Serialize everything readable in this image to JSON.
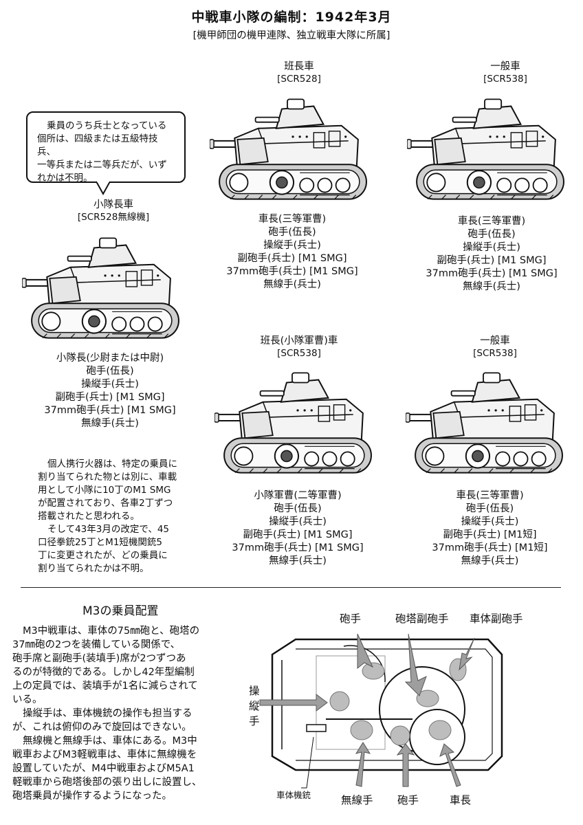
{
  "header": {
    "title": "中戦車小隊の編制：1942年3月",
    "subtitle": "[機甲師団の機甲連隊、独立戦車大隊に所属]"
  },
  "bubble": {
    "text": "乗員のうち兵士となっている個所は、四級または五級特技兵、一等兵または二等兵だが、いずれかは不明。",
    "lines": [
      "乗員のうち兵士となっている",
      "個所は、四級または五級特技兵、",
      "一等兵または二等兵だが、いず",
      "れかは不明。"
    ]
  },
  "tanks": [
    {
      "name": "小隊長車",
      "radio": "[SCR528無線機]",
      "crew": [
        "小隊長(少尉または中尉)",
        "砲手(伍長)",
        "操縦手(兵士)",
        "副砲手(兵士) [M1 SMG]",
        "37mm砲手(兵士) [M1 SMG]",
        "無線手(兵士)"
      ]
    },
    {
      "name": "班長車",
      "radio": "[SCR528]",
      "crew": [
        "車長(三等軍曹)",
        "砲手(伍長)",
        "操縦手(兵士)",
        "副砲手(兵士) [M1 SMG]",
        "37mm砲手(兵士) [M1 SMG]",
        "無線手(兵士)"
      ]
    },
    {
      "name": "一般車",
      "radio": "[SCR538]",
      "crew": [
        "車長(三等軍曹)",
        "砲手(伍長)",
        "操縦手(兵士)",
        "副砲手(兵士) [M1 SMG]",
        "37mm砲手(兵士) [M1 SMG]",
        "無線手(兵士)"
      ]
    },
    {
      "name": "班長(小隊軍曹)車",
      "radio": "[SCR538]",
      "crew": [
        "小隊軍曹(二等軍曹)",
        "砲手(伍長)",
        "操縦手(兵士)",
        "副砲手(兵士) [M1 SMG]",
        "37mm砲手(兵士) [M1 SMG]",
        "無線手(兵士)"
      ]
    },
    {
      "name": "一般車",
      "radio": "[SCR538]",
      "crew": [
        "車長(三等軍曹)",
        "砲手(伍長)",
        "操縦手(兵士)",
        "副砲手(兵士) [M1短]",
        "37mm砲手(兵士) [M1短]",
        "無線手(兵士)"
      ]
    }
  ],
  "note": {
    "p1": [
      "個人携行火器は、特定の乗員に",
      "割り当てられた物とは別に、車載",
      "用として小隊に10丁のM1 SMG",
      "が配置されており、各車2丁ずつ",
      "搭載されたと思われる。"
    ],
    "p2": [
      "そして43年3月の改定で、45",
      "口径拳銃25丁とM1短機関銃5",
      "丁に変更されたが、どの乗員に",
      "割り当てられたかは不明。"
    ]
  },
  "crew_section": {
    "title": "M3の乗員配置",
    "p1": [
      "M3中戦車は、車体の75㎜砲と、砲塔の",
      "37㎜砲の2つを装備している関係で、",
      "砲手席と副砲手(装填手)席が2つずつあ",
      "るのが特徴的である。しかし42年型編制",
      "上の定員では、装填手が1名に減らされて",
      "いる。"
    ],
    "p2": [
      "操縦手は、車体機銃の操作も担当する",
      "が、これは俯仰のみで旋回はできない。"
    ],
    "p3": [
      "無線機と無線手は、車体にある。M3中",
      "戦車およびM3軽戦車は、車体に無線機を",
      "設置していたが、M4中戦車およびM5A1",
      "軽戦車から砲塔後部の張り出しに設置し、",
      "砲塔乗員が操作するようになった。"
    ]
  },
  "diagram_labels": {
    "gunner_top": "砲手",
    "turret_loader": "砲塔副砲手",
    "hull_loader": "車体副砲手",
    "driver": "操縦手",
    "hull_mg": "車体機銃",
    "radio_op": "無線手",
    "gunner_bottom": "砲手",
    "commander": "車長"
  }
}
